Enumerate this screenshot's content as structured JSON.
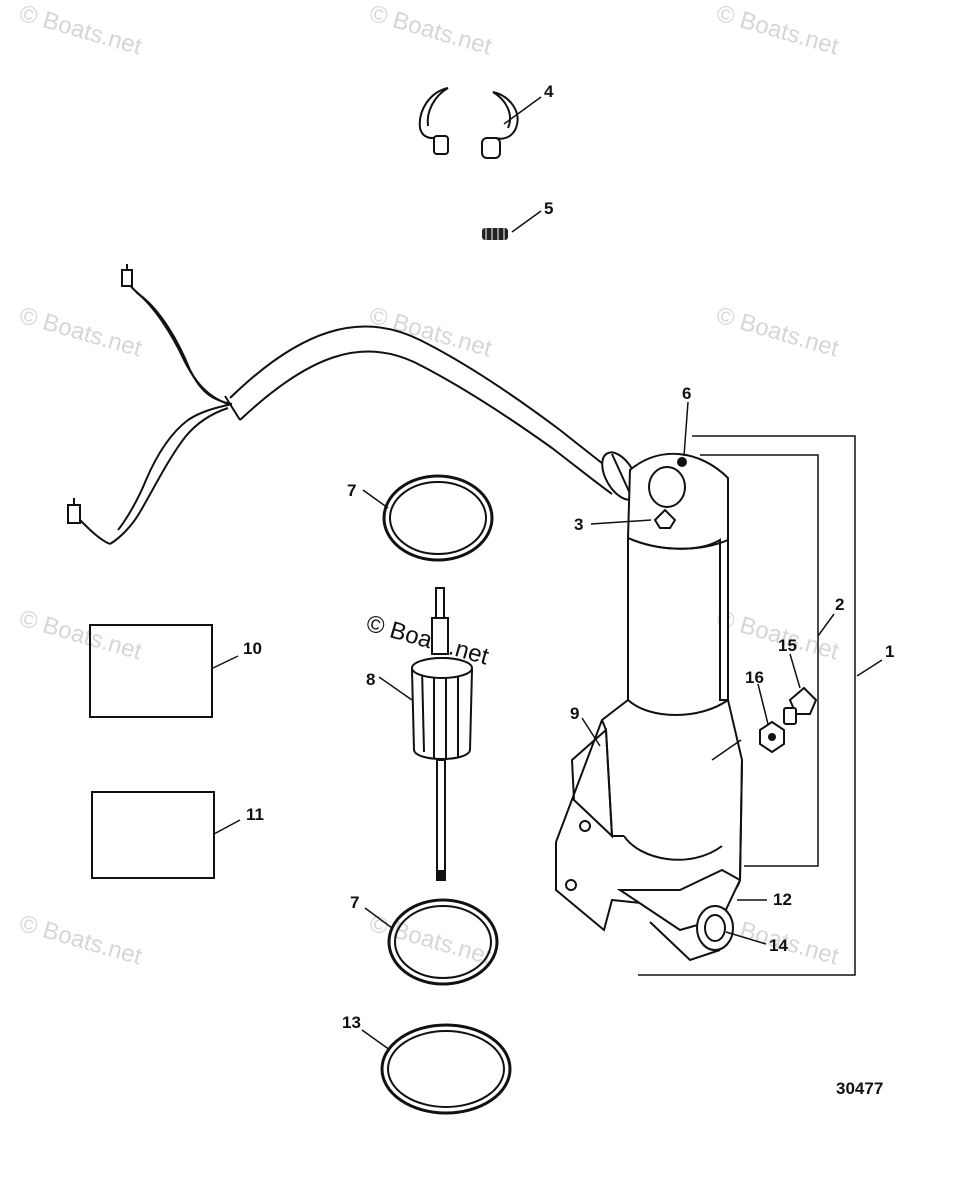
{
  "watermark_text": "© Boats.net",
  "figure_number": "30477",
  "callouts": [
    "1",
    "2",
    "3",
    "4",
    "5",
    "6",
    "7",
    "7",
    "8",
    "9",
    "10",
    "11",
    "12",
    "13",
    "14",
    "15",
    "16"
  ]
}
